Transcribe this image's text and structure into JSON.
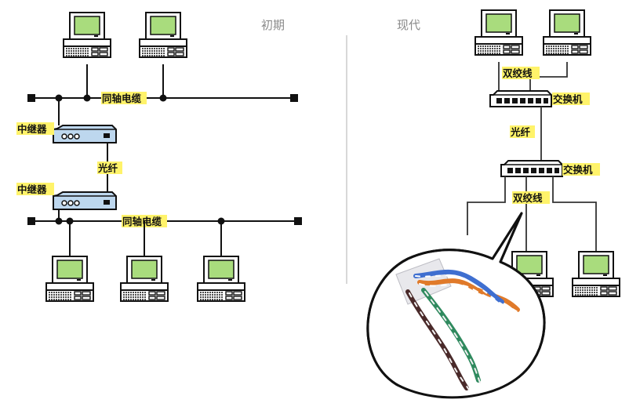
{
  "sections": {
    "early": "初期",
    "modern": "现代"
  },
  "labels": {
    "coax_top": "同轴电缆",
    "repeater_1": "中继器",
    "fiber_left": "光纤",
    "repeater_2": "中继器",
    "coax_bottom": "同轴电缆",
    "twisted_pair_top": "双绞线",
    "switch_top": "交换机",
    "fiber_right": "光纤",
    "switch_bottom": "交换机",
    "twisted_pair_bottom": "双绞线"
  },
  "colors": {
    "screen": "#a9dc7d",
    "repeater": "#bdd7ee",
    "highlight": "#fff36a",
    "cable_blue": "#3f6fd0",
    "cable_orange": "#e07a2a",
    "cable_green": "#2f8a5e",
    "cable_brown": "#4a2a2a"
  }
}
